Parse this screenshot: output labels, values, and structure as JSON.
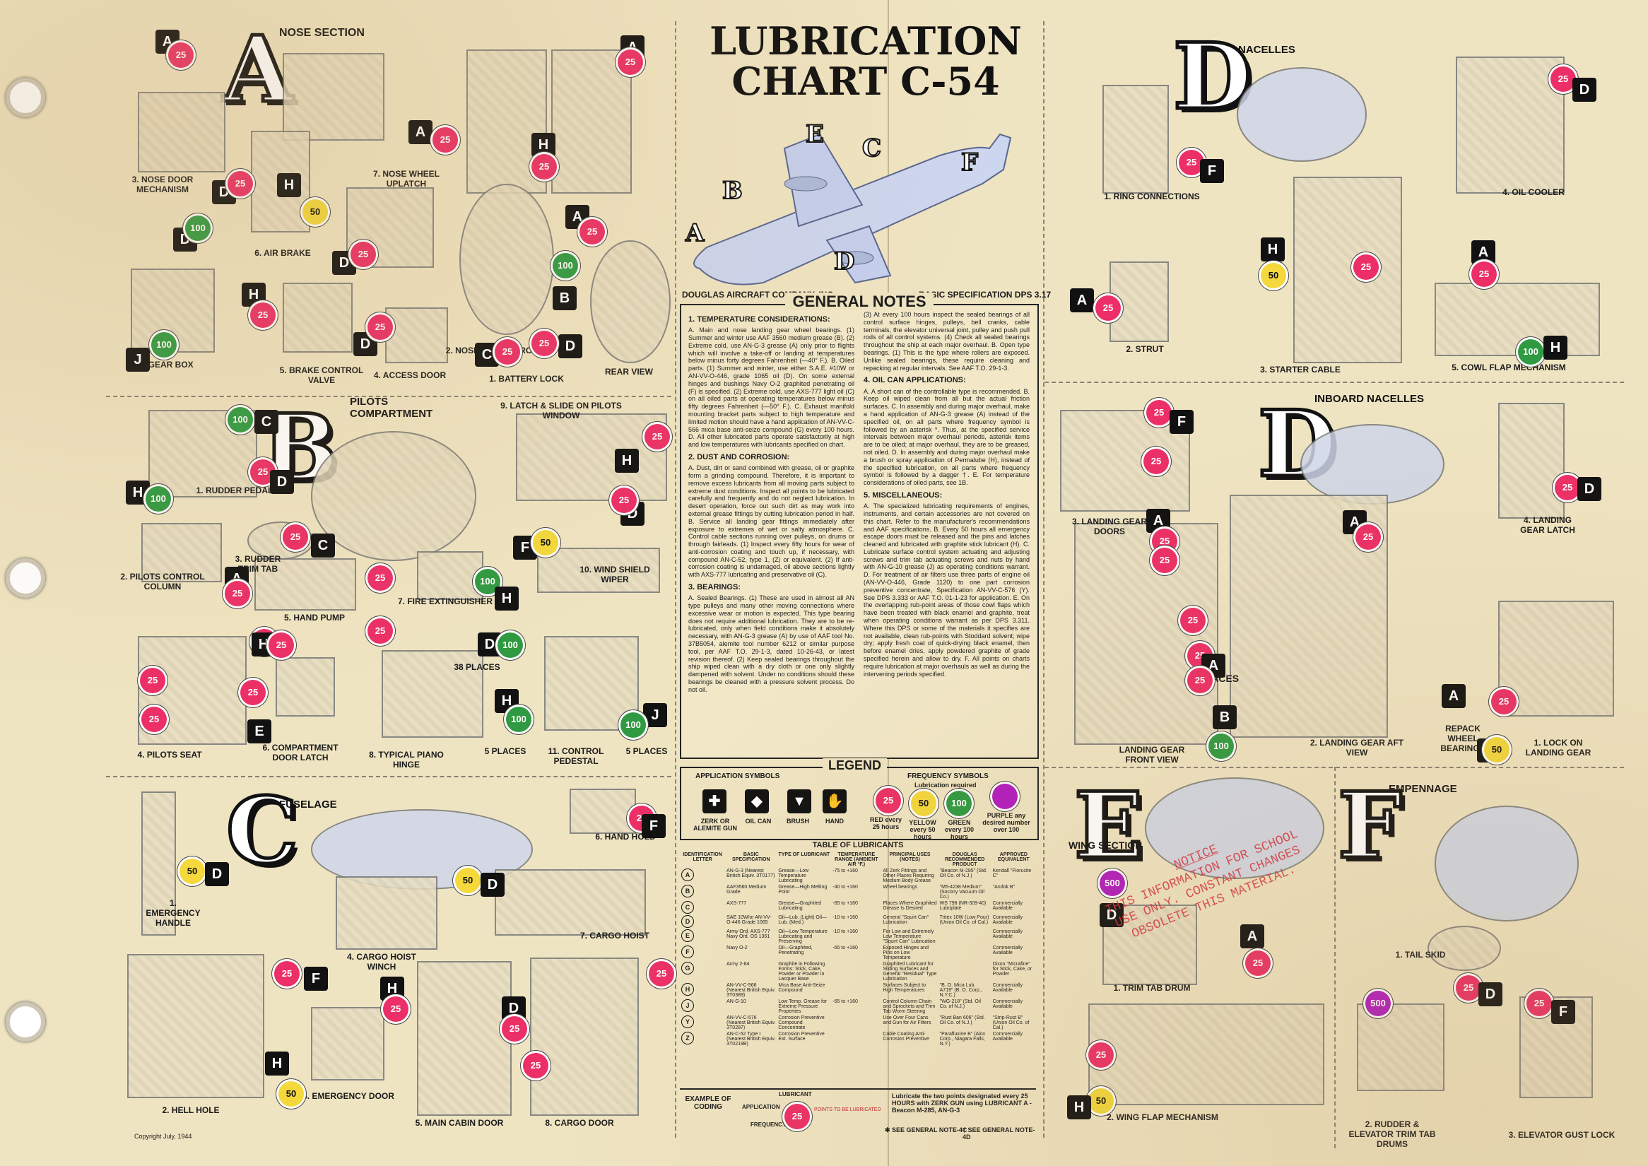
{
  "header": {
    "title_line1": "LUBRICATION",
    "title_line2": "CHART C-54",
    "company": "DOUGLAS AIRCRAFT COMPANY, INC.",
    "basic_spec": "BASIC SPECIFICATION DPS 3.17"
  },
  "plane_labels": [
    "A",
    "B",
    "C",
    "D",
    "E",
    "F"
  ],
  "sections": {
    "A": {
      "letter": "A",
      "title": "NOSE SECTION",
      "captions": [
        "3. NOSE DOOR MECHANISM",
        "7. NOSE WHEEL UPLATCH",
        "6. AIR BRAKE",
        "8. GEAR BOX",
        "5. BRAKE CONTROL VALVE",
        "4. ACCESS DOOR",
        "2. NOSE WHEEL FRONT VIEW",
        "1. BATTERY LOCK",
        "REAR VIEW"
      ]
    },
    "B": {
      "letter": "B",
      "title": "PILOTS COMPARTMENT",
      "captions": [
        "9. LATCH & SLIDE ON PILOTS WINDOW",
        "1. RUDDER PEDAL",
        "2. PILOTS CONTROL COLUMN",
        "3. RUDDER TRIM TAB",
        "7. FIRE EXTINGUISHER",
        "10. WIND SHIELD WIPER",
        "5. HAND PUMP",
        "4. PILOTS SEAT",
        "6. COMPARTMENT DOOR LATCH",
        "8. TYPICAL PIANO HINGE",
        "38 PLACES",
        "5 PLACES",
        "11. CONTROL PEDESTAL",
        "5 PLACES"
      ]
    },
    "C": {
      "letter": "C",
      "title": "FUSELAGE",
      "captions": [
        "6. HAND HOLD",
        "1. EMERGENCY HANDLE",
        "7. CARGO HOIST",
        "4. CARGO HOIST WINCH",
        "2. HELL HOLE",
        "3. EMERGENCY DOOR",
        "5. MAIN CABIN DOOR",
        "8. CARGO DOOR",
        "Copyright July, 1944"
      ]
    },
    "D1": {
      "letter": "D",
      "title": "NACELLES",
      "captions": [
        "1. RING CONNECTIONS",
        "4. OIL COOLER",
        "2. STRUT",
        "3. STARTER CABLE",
        "5. COWL FLAP MECHANISM"
      ]
    },
    "D2": {
      "letter": "D",
      "title": "INBOARD NACELLES",
      "captions": [
        "3. LANDING GEAR DOORS",
        "4. LANDING GEAR LATCH",
        "27 PLACES",
        "LANDING GEAR FRONT VIEW",
        "2. LANDING GEAR AFT VIEW",
        "REPACK WHEEL BEARINGS",
        "1. LOCK ON LANDING GEAR"
      ]
    },
    "E": {
      "letter": "E",
      "title": "WING SECTION",
      "captions": [
        "1. TRIM TAB DRUM",
        "2. WING FLAP MECHANISM"
      ]
    },
    "F": {
      "letter": "F",
      "title": "EMPENNAGE",
      "captions": [
        "1. TAIL SKID",
        "2. RUDDER & ELEVATOR TRIM TAB DRUMS",
        "3. ELEVATOR GUST LOCK"
      ]
    }
  },
  "general_notes": {
    "title": "GENERAL NOTES",
    "col1": [
      {
        "h": "1. TEMPERATURE CONSIDERATIONS:",
        "p": "A. Main and nose landing gear wheel bearings. (1) Summer and winter use AAF 3560 medium grease (B). (2) Extreme cold, use AN-G-3 grease (A) only prior to flights which will involve a take-off or landing at temperatures below minus forty degrees Fahrenheit (—40° F.). B. Oiled parts. (1) Summer and winter, use either S.A.E. #10W or AN-VV-O-446, grade 1065 oil (D). On some external hinges and bushings Navy O-2 graphited penetrating oil (F) is specified. (2) Extreme cold, use AXS-777 light oil (C) on all oiled parts at operating temperatures below minus fifty degrees Fahrenheit (—50° F.). C. Exhaust manifold mounting bracket parts subject to high temperature and limited motion should have a hand application of AN-VV-C-566 mica base anti-seize compound (G) every 100 hours. D. All other lubricated parts operate satisfactorily at high and low temperatures with lubricants specified on chart."
      },
      {
        "h": "2. DUST AND CORROSION:",
        "p": "A. Dust, dirt or sand combined with grease, oil or graphite form a grinding compound. Therefore, it is important to remove excess lubricants from all moving parts subject to extreme dust conditions. Inspect all points to be lubricated carefully and frequently and do not neglect lubrication. In desert operation, force out such dirt as may work into external grease fittings by cutting lubrication period in half. B. Service all landing gear fittings immediately after exposure to extremes of wet or salty atmosphere. C. Control cable sections running over pulleys, on drums or through fairleads. (1) Inspect every fifty hours for wear of anti-corrosion coating and touch up, if necessary, with compound AN-C-52, type 1, (Z) or equivalent. (2) If anti-corrosion coating is undamaged, oil above sections lightly with AXS-777 lubricating and preservative oil (C)."
      },
      {
        "h": "3. BEARINGS:",
        "p": "A. Sealed Bearings. (1) These are used in almost all AN type pulleys and many other moving connections where excessive wear or motion is expected. This type bearing does not require additional lubrication. They are to be re-lubricated, only when field conditions make it absolutely necessary, with AN-G-3 grease (A) by use of AAF tool No. 37B5054, alemite tool number 6212 or similar purpose tool, per AAF T.O. 29-1-3, dated 10-26-43, or latest revision thereof. (2) Keep sealed bearings throughout the ship wiped clean with a dry cloth or one only slightly dampened with solvent. Under no conditions should these bearings be cleaned with a pressure solvent process. Do not oil."
      }
    ],
    "col2": [
      {
        "h": "",
        "p": "(3) At every 100 hours inspect the sealed bearings of all control surface hinges, pulleys, bell cranks, cable terminals, the elevator universal joint, pulley and push pull rods of all control systems. (4) Check all sealed bearings throughout the ship at each major overhaul. B. Open type bearings. (1) This is the type where rollers are exposed. Unlike sealed bearings, these require cleaning and repacking at regular intervals. See AAF T.O. 29-1-3."
      },
      {
        "h": "4. OIL CAN APPLICATIONS:",
        "p": "A. A short can of the controllable type is recommended. B. Keep oil wiped clean from all but the actual friction surfaces. C. In assembly and during major overhaul, make a hand application of AN-G-3 grease (A) instead of the specified oil, on all parts where frequency symbol is followed by an asterisk *. Thus, at the specified service intervals between major overhaul periods, asterisk items are to be oiled; at major overhaul, they are to be greased, not oiled. D. In assembly and during major overhaul make a brush or spray application of Permalube (H), instead of the specified lubrication, on all parts where frequency symbol is followed by a dagger †. E. For temperature considerations of oiled parts, see 1B."
      },
      {
        "h": "5. MISCELLANEOUS:",
        "p": "A. The specialized lubricating requirements of engines, instruments, and certain accessories are not covered on this chart. Refer to the manufacturer's recommendations and AAF specifications. B. Every 50 hours all emergency escape doors must be released and the pins and latches cleaned and lubricated with graphite stick lubricant (H). C. Lubricate surface control system actuating and adjusting screws and trim tab actuating screws and nuts by hand with AN-G-10 grease (J) as operating conditions warrant. D. For treatment of air filters use three parts of engine oil (AN-VV-O-446, Grade 1120) to one part corrosion preventive concentrate, Specification AN-VV-C-576 (Y). See DPS 3.333 or AAF T.O. 01-1-23 for application. E. On the overlapping rub-point areas of those cowl flaps which have been treated with black enamel and graphite, treat when operating conditions warrant as per DPS 3.311. Where this DPS or some of the materials it specifies are not available, clean rub-points with Stoddard solvent; wipe dry; apply fresh coat of quick-drying black enamel, then before enamel dries, apply powdered graphite of grade specified herein and allow to dry. F. All points on charts require lubrication at major overhauls as well as during the intervening periods specified."
      }
    ]
  },
  "legend": {
    "title": "LEGEND",
    "application_title": "APPLICATION SYMBOLS",
    "frequency_title": "FREQUENCY SYMBOLS",
    "frequency_sub": "Lubrication required",
    "application": [
      "ZERK OR ALEMITE GUN",
      "OIL CAN",
      "BRUSH",
      "HAND"
    ],
    "frequency": [
      {
        "value": "25",
        "label": "RED every 25 hours",
        "color": "#ec2f66"
      },
      {
        "value": "50",
        "label": "YELLOW every 50 hours",
        "color": "#f4d83c"
      },
      {
        "value": "100",
        "label": "GREEN every 100 hours",
        "color": "#2f9a41"
      },
      {
        "value": "",
        "label": "PURPLE any desired number over 100",
        "color": "#b21bbf"
      }
    ]
  },
  "lubricant_table": {
    "title": "TABLE OF LUBRICANTS",
    "headers": [
      "IDENTIFICATION LETTER",
      "BASIC SPECIFICATION",
      "TYPE OF LUBRICANT",
      "TEMPERATURE RANGE (AMBIENT AIR °F.)",
      "PRINCIPAL USES (NOTES)",
      "DOUGLAS RECOMMENDED PRODUCT",
      "APPROVED EQUIVALENT"
    ],
    "rows": [
      [
        "A",
        "AN-G-3 (Nearest British Equiv. 3T0177)",
        "Grease—Low Temperature Lubricating",
        "-75 to +160",
        "All Zerk Fittings and Other Places Requiring Medium Body Grease",
        "\"Beacon M-285\" (Std. Oil Co. of N.J.)",
        "Kendall \"Fiorucite C\""
      ],
      [
        "B",
        "AAF3560 Medium Grade",
        "Grease—High Melting Point",
        "-40 to +160",
        "Wheel bearings",
        "\"M5-4238 Medium\" (Socony Vacuum Oil Co.)",
        "\"Andok B\""
      ],
      [
        "C",
        "AXS-777",
        "Grease—Graphited Lubricating",
        "-65 to +160",
        "Places Where Graphited Grease Is Desired",
        "WS 798 (NR-309-40) Lubriplate",
        "Commercially Available"
      ],
      [
        "D",
        "SAE 10W/or AN-VV-O-446 Grade 1065",
        "Oil—Lub. (Light) Oil—Lub. (Med.)",
        "-10 to +160",
        "General \"Squirt Can\" Lubrication",
        "Tritex 10W (Low Pour) (Union Oil Co. of Cal.)",
        "Commercially Available"
      ],
      [
        "E",
        "Army Ord. AXS-777 Navy Ord. OS 1361",
        "Oil—Low Temperature Lubricating and Preserving",
        "-10 to +160",
        "For Low and Extremely Low Temperature \"Squirt Can\" Lubrication",
        "",
        "Commercially Available"
      ],
      [
        "F",
        "Navy O-2",
        "Oil—Graphited, Penetrating",
        "-65 to +160",
        "Exposed Hinges and Pins on Low Temperature",
        "",
        "Commercially Available"
      ],
      [
        "G",
        "Army 2-84",
        "Graphite in Following Forms: Stick, Cake, Powder or Powder in Lacquer Base",
        "",
        "Graphited Lubricant for Sliding Surfaces and General \"Residual\" Type Lubrication",
        "",
        "Dixon \"Micrafine\" for Stick, Cake, or Powder"
      ],
      [
        "H",
        "AN-VV-C-566 (Nearest British Equiv. 3T0389)",
        "Mica Base Anti-Seize Compound",
        "",
        "Surfaces Subject to High Temperatures",
        "\"B. O. Mica Lub. A719\" (B. O. Corp., N.Y.C.)",
        "Commercially Available"
      ],
      [
        "J",
        "AN-G-10",
        "Low Temp. Grease for Extreme Pressure Properties",
        "-65 to +160",
        "Control Column Chain and Sprockets and Trim Tab Worm Steering",
        "\"WG-218\" (Std. Oil Co. of N.J.)",
        "Commercially Available"
      ],
      [
        "Y",
        "AN-VV-C-576 (Nearest British Equiv. 3T0287)",
        "Corrosion Preventive Compound Concentrate",
        "",
        "Use Over Four Cans and Gun for Air Filters",
        "\"Rust Ban 606\" (Std. Oil Co. of N.J.)",
        "\"Strip-Rust B\" (Union Oil Co. of Cal.)"
      ],
      [
        "Z",
        "AN-C-52 Type I (Nearest British Equiv. 3T0219B)",
        "Corrosion Preventive Ext. Surface",
        "",
        "Cable Coating Anti-Corrosion Preventive",
        "\"Parafluxine B\" (Alox Corp., Niagara Falls, N.Y.)",
        "Commercially Available"
      ]
    ]
  },
  "example": {
    "label": "EXAMPLE OF CODING",
    "lubricant": "LUBRICANT",
    "application": "APPLICATION",
    "frequency": "FREQUENCY",
    "points": "POINTS TO BE LUBRICATED",
    "text": "Lubricate the two points designated every 25 HOURS with ZERK GUN using LUBRICANT A - Beacon M-285, AN-G-3",
    "note_c": "✱ SEE GENERAL NOTE-4C",
    "note_d": "† SEE GENERAL NOTE-4D"
  },
  "stamp": {
    "line1": "NOTICE",
    "line2": "THIS INFORMATION FOR SCHOOL USE ONLY. CONSTANT CHANGES OBSOLETE THIS MATERIAL."
  },
  "badges": {
    "r": "25",
    "y": "50",
    "g": "100",
    "p": "500"
  },
  "symbols": {
    "a": "A",
    "b": "B",
    "c": "C",
    "d": "D",
    "e": "E",
    "f": "F",
    "h": "H",
    "j": "J"
  },
  "colors": {
    "red": "#ec2f66",
    "yellow": "#f4d83c",
    "green": "#2f9a41",
    "purple": "#b21bbf",
    "paper": "#efe4c2"
  }
}
